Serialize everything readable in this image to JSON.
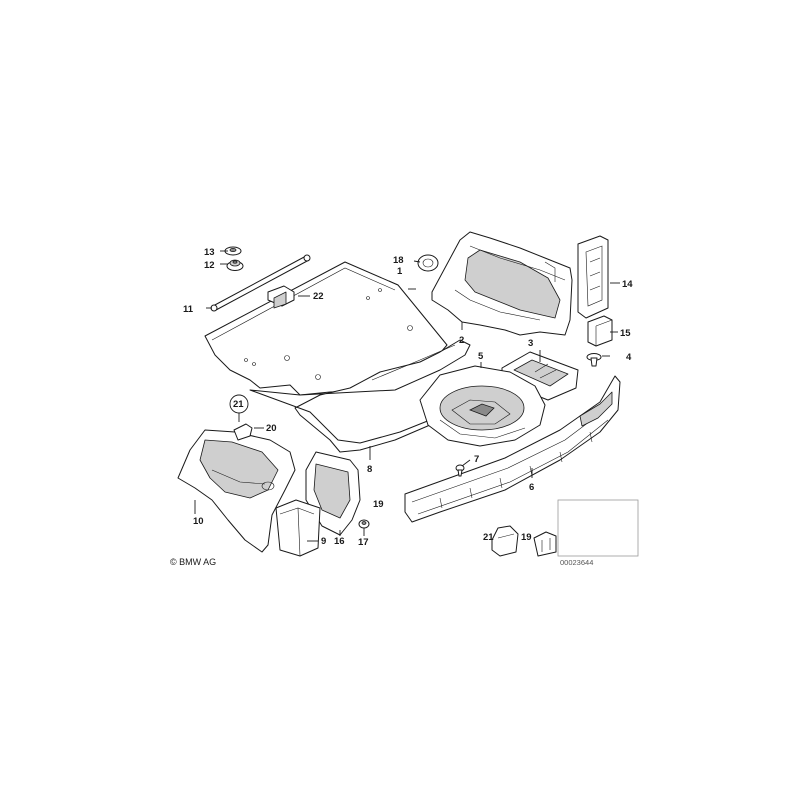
{
  "diagram": {
    "copyright": "© BMW AG",
    "doc_number": "00023644",
    "callouts": {
      "c1": "1",
      "c2": "2",
      "c3": "3",
      "c4": "4",
      "c5": "5",
      "c6": "6",
      "c7": "7",
      "c8": "8",
      "c9": "9",
      "c10": "10",
      "c11": "11",
      "c12": "12",
      "c13": "13",
      "c14": "14",
      "c15": "15",
      "c16": "16",
      "c17": "17",
      "c18": "18",
      "c19": "19",
      "c20": "20",
      "c21": "21",
      "c22": "22",
      "c21b": "21",
      "c19b": "19"
    }
  }
}
